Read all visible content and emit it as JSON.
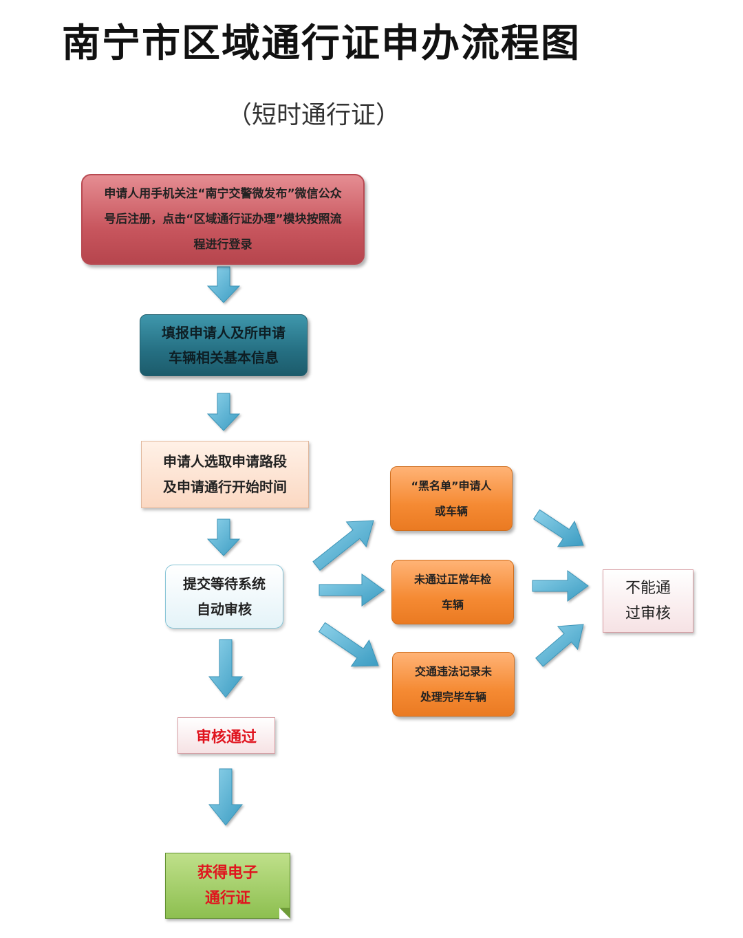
{
  "title": "南宁市区域通行证申办流程图",
  "subtitle": "（短时通行证）",
  "nodes": {
    "register": {
      "lines": [
        "申请人用手机关注“南宁交警微发布”微信公众",
        "号后注册，点击“区域通行证办理”模块按照流",
        "程进行登录"
      ]
    },
    "fill_info": {
      "lines": [
        "填报申请人及所申请",
        "车辆相关基本信息"
      ]
    },
    "select_route": {
      "lines": [
        "申请人选取申请路段",
        "及申请通行开始时间"
      ]
    },
    "submit": {
      "lines": [
        "提交等待系统",
        "自动审核"
      ]
    },
    "approved": {
      "lines": [
        "审核通过"
      ]
    },
    "get_pass": {
      "lines": [
        "获得电子",
        "通行证"
      ]
    },
    "blacklist": {
      "lines": [
        "“黑名单”申请人",
        "或车辆"
      ]
    },
    "no_inspection": {
      "lines": [
        "未通过正常年检",
        "车辆"
      ]
    },
    "violations": {
      "lines": [
        "交通违法记录未",
        "处理完毕车辆"
      ]
    },
    "rejected": {
      "lines": [
        "不能通",
        "过审核"
      ]
    }
  },
  "colors": {
    "arrow": "#5bb4d4",
    "register_fill": "#d0626a",
    "fill_info_fill": "#2c7a8e",
    "select_route_fill": "#fde2d0",
    "submit_fill": "#eef8fb",
    "reason_fill": "#f5913f",
    "get_pass_fill": "#a6cf6a",
    "highlight_text": "#e0141e"
  }
}
